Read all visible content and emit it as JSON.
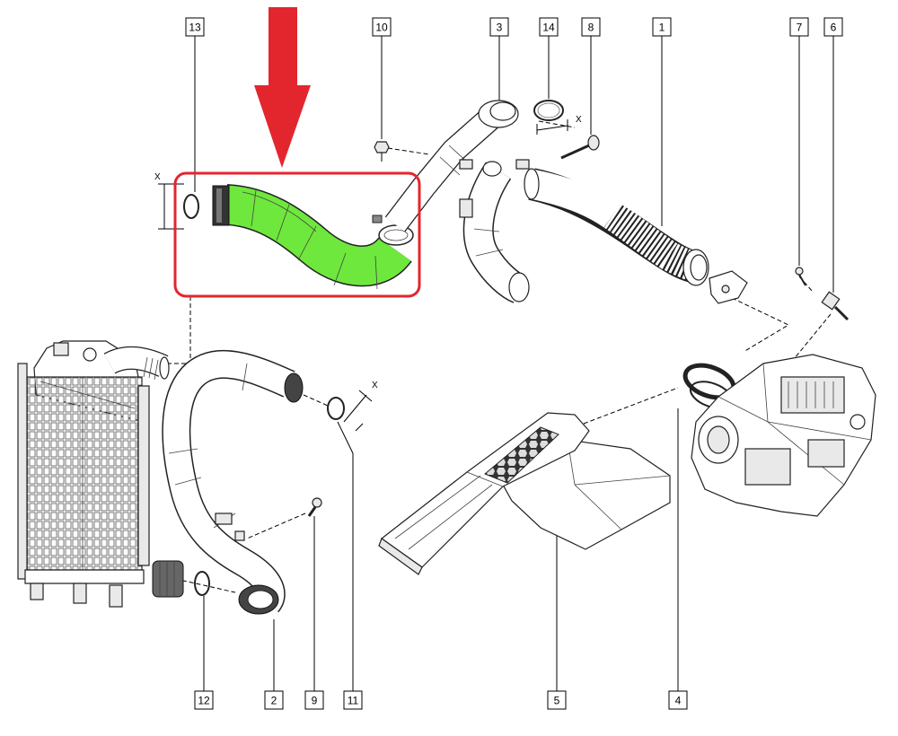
{
  "callouts": {
    "c1": "1",
    "c2": "2",
    "c3": "3",
    "c4": "4",
    "c5": "5",
    "c6": "6",
    "c7": "7",
    "c8": "8",
    "c9": "9",
    "c10": "10",
    "c11": "11",
    "c12": "12",
    "c13": "13",
    "c14": "14"
  },
  "dimension_marks": {
    "x_left": "X",
    "x_top": "X",
    "x_middle": "X"
  },
  "colors": {
    "highlight_frame": "#e3262e",
    "highlight_arrow": "#e3262e",
    "highlighted_part": "#6ee83c",
    "line_art": "#222222"
  }
}
